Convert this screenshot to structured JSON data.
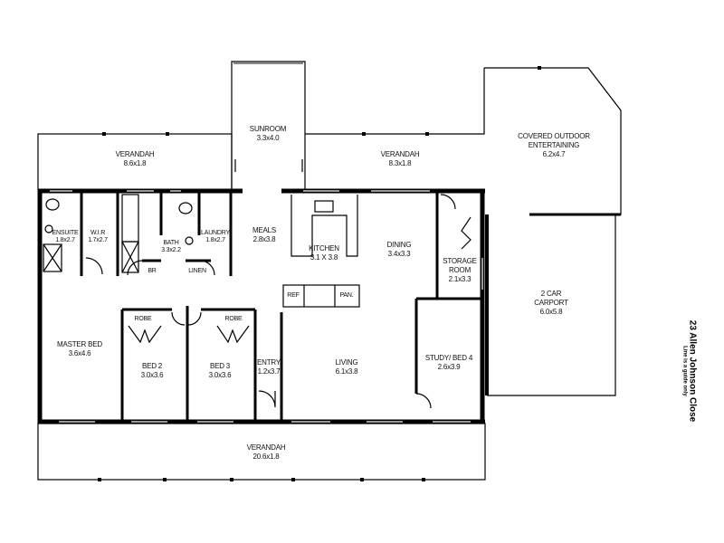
{
  "plan": {
    "address": "23 Allen Johnson Close",
    "disclaimer": "Line is a guide only",
    "colors": {
      "wall": "#000000",
      "background": "#ffffff",
      "window": "#999999"
    }
  },
  "rooms": {
    "verandah_west": {
      "name": "VERANDAH",
      "size": "8.6x1.8"
    },
    "sunroom": {
      "name": "SUNROOM",
      "size": "3.3x4.0"
    },
    "verandah_east": {
      "name": "VERANDAH",
      "size": "8.3x1.8"
    },
    "outdoor": {
      "name": "COVERED OUTDOOR",
      "name2": "ENTERTAINING",
      "size": "6.2x4.7"
    },
    "ensuite": {
      "name": "ENSUITE",
      "size": "1.8x2.7"
    },
    "wir": {
      "name": "W.I.R",
      "size": "1.7x2.7"
    },
    "bath": {
      "name": "BATH",
      "size": "3.3x2.2"
    },
    "laundry": {
      "name": "LAUNDRY",
      "size": "1.8x2.7"
    },
    "br": {
      "name": "BR"
    },
    "linen": {
      "name": "LINEN"
    },
    "meals": {
      "name": "MEALS",
      "size": "2.8x3.8"
    },
    "kitchen": {
      "name": "KITCHEN",
      "size": "3.1 X 3.8"
    },
    "dining": {
      "name": "DINING",
      "size": "3.4x3.3"
    },
    "storage": {
      "name": "STORAGE",
      "name2": "ROOM",
      "size": "2.1x3.3"
    },
    "ref": {
      "name": "REF"
    },
    "pan": {
      "name": "PAN."
    },
    "carport": {
      "name": "2 CAR",
      "name2": "CARPORT",
      "size": "6.0x5.8"
    },
    "master": {
      "name": "MASTER BED",
      "size": "3.6x4.6"
    },
    "robe1": {
      "name": "ROBE"
    },
    "robe2": {
      "name": "ROBE"
    },
    "bed2": {
      "name": "BED 2",
      "size": "3.0x3.6"
    },
    "bed3": {
      "name": "BED 3",
      "size": "3.0x3.6"
    },
    "entry": {
      "name": "ENTRY",
      "size": "1.2x3.7"
    },
    "living": {
      "name": "LIVING",
      "size": "6.1x3.8"
    },
    "study": {
      "name": "STUDY/ BED 4",
      "size": "2.6x3.9"
    },
    "verandah_south": {
      "name": "VERANDAH",
      "size": "20.6x1.8"
    }
  }
}
